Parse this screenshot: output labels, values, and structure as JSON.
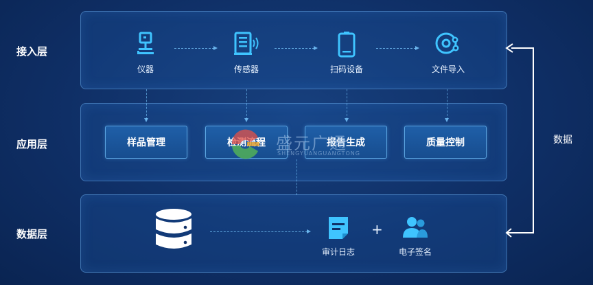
{
  "layers": {
    "access": "接入层",
    "application": "应用层",
    "data": "数据层"
  },
  "access_items": [
    {
      "label": "仪器",
      "icon": "instrument-icon"
    },
    {
      "label": "传感器",
      "icon": "sensor-icon"
    },
    {
      "label": "扫码设备",
      "icon": "phone-scanner-icon"
    },
    {
      "label": "文件导入",
      "icon": "file-import-icon"
    }
  ],
  "app_modules": [
    "样品管理",
    "检测流程",
    "报告生成",
    "质量控制"
  ],
  "data_items": [
    {
      "label": "审计日志",
      "icon": "audit-log-icon"
    },
    {
      "label": "电子签名",
      "icon": "e-signature-icon"
    }
  ],
  "data_plus": "+",
  "side_label": "数据",
  "watermark": {
    "text": "盛元广通",
    "sub": "SHENGYUANGUANGTONG"
  },
  "colors": {
    "icon": "#3fc4ff",
    "panel_border": "#78beff",
    "button": "#1f5fa8"
  }
}
